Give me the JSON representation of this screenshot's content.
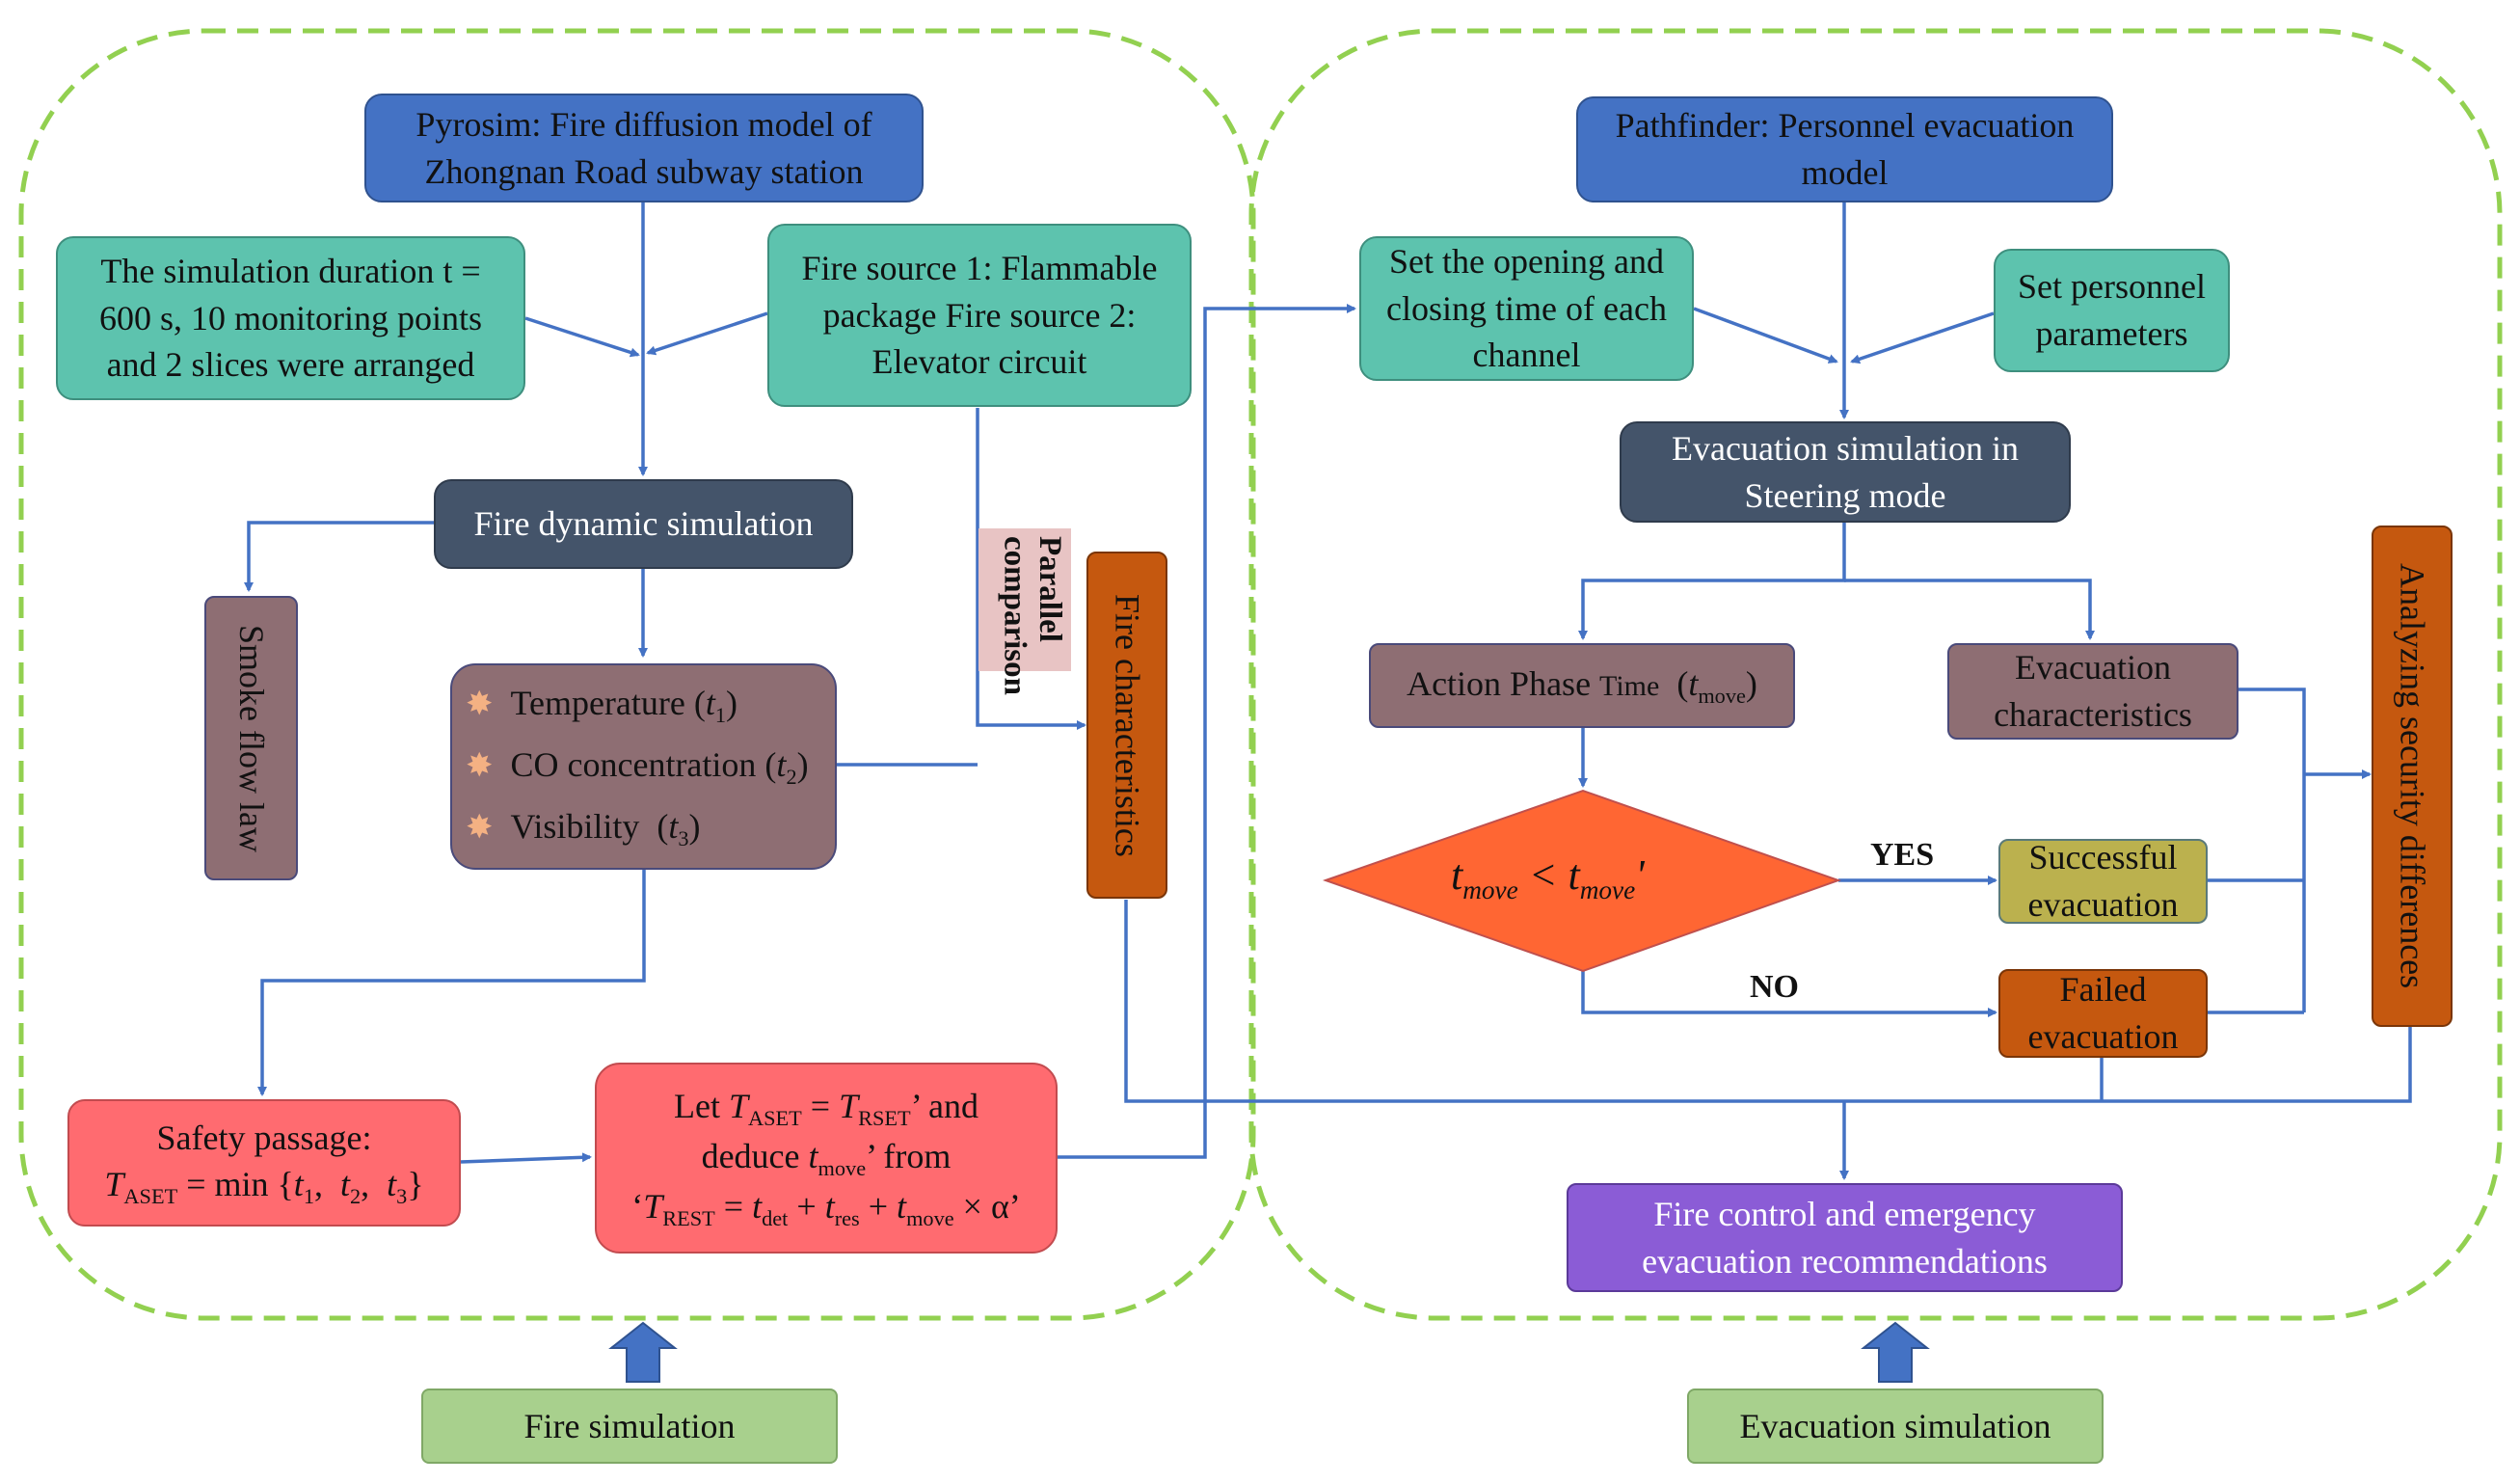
{
  "nodes": {
    "pyrosim": "Pyrosim: Fire diffusion model of Zhongnan Road subway station",
    "sim_duration": "The simulation duration t = 600 s, 10 monitoring points and 2 slices were arranged",
    "fire_source": "Fire source 1: Flammable package Fire source 2: Elevator circuit",
    "fire_dynamic": "Fire dynamic simulation",
    "smoke_flow": "Smoke flow law",
    "temperature": "Temperature",
    "co_concentration": "CO concentration",
    "visibility": "Visibility",
    "fire_characteristics": "Fire characteristics",
    "parallel_comparison": "Parallel comparison",
    "safety_passage_title": "Safety passage:",
    "let_line1_pre": "Let",
    "let_line1_post": "’ and",
    "let_line2_pre": "deduce",
    "let_line2_post": "’ from",
    "pathfinder": "Pathfinder: Personnel evacuation model",
    "set_opening": "Set the opening and closing time of each channel",
    "set_personnel": "Set personnel parameters",
    "evacuation_sim": "Evacuation simulation in Steering mode",
    "action_phase": "Action Phase",
    "action_time": "Time",
    "evac_characteristics": "Evacuation characteristics",
    "analyzing": "Analyzing security differences",
    "successful": "Successful evacuation",
    "failed": "Failed evacuation",
    "recommendations": "Fire control and emergency evacuation recommendations"
  },
  "edge_labels": {
    "yes": "YES",
    "no": "NO"
  },
  "sections": {
    "left": "Fire simulation",
    "right": "Evacuation simulation"
  },
  "colors": {
    "arrow": "#4472C4",
    "dashed_border": "#92D050",
    "diamond": "#FF6633",
    "big_arrow": "#4472C4"
  }
}
